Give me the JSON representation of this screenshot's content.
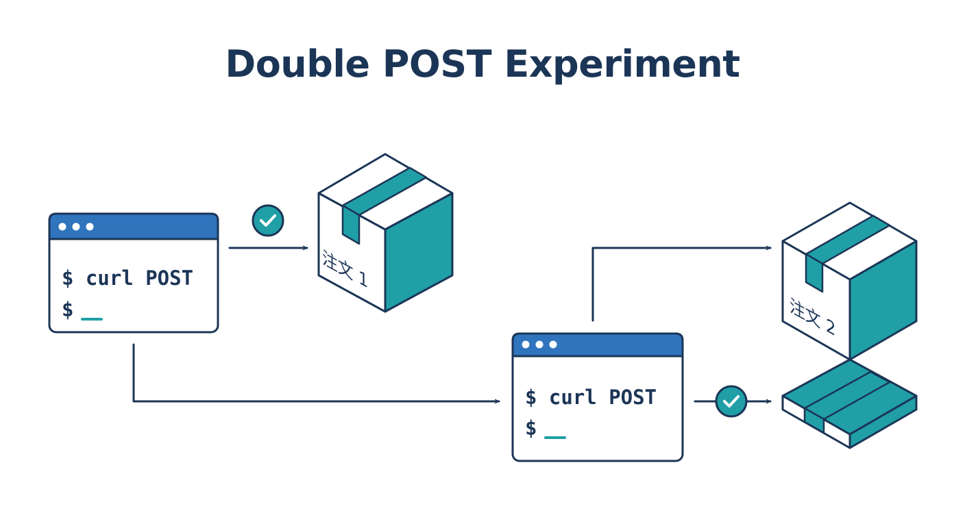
{
  "title": "Double POST Experiment",
  "colors": {
    "ink": "#1b3556",
    "window_bar": "#2f74bd",
    "teal": "#20a0a6",
    "background": "#ffffff"
  },
  "terminals": [
    {
      "line1": "$ curl POST",
      "line2": "$"
    },
    {
      "line1": "$ curl POST",
      "line2": "$"
    }
  ],
  "boxes": [
    {
      "label": "注文 1"
    },
    {
      "label": "注文 2"
    }
  ],
  "icons": {
    "success": "check-circle-icon",
    "package": "package-box-icon",
    "terminal": "terminal-window-icon"
  }
}
